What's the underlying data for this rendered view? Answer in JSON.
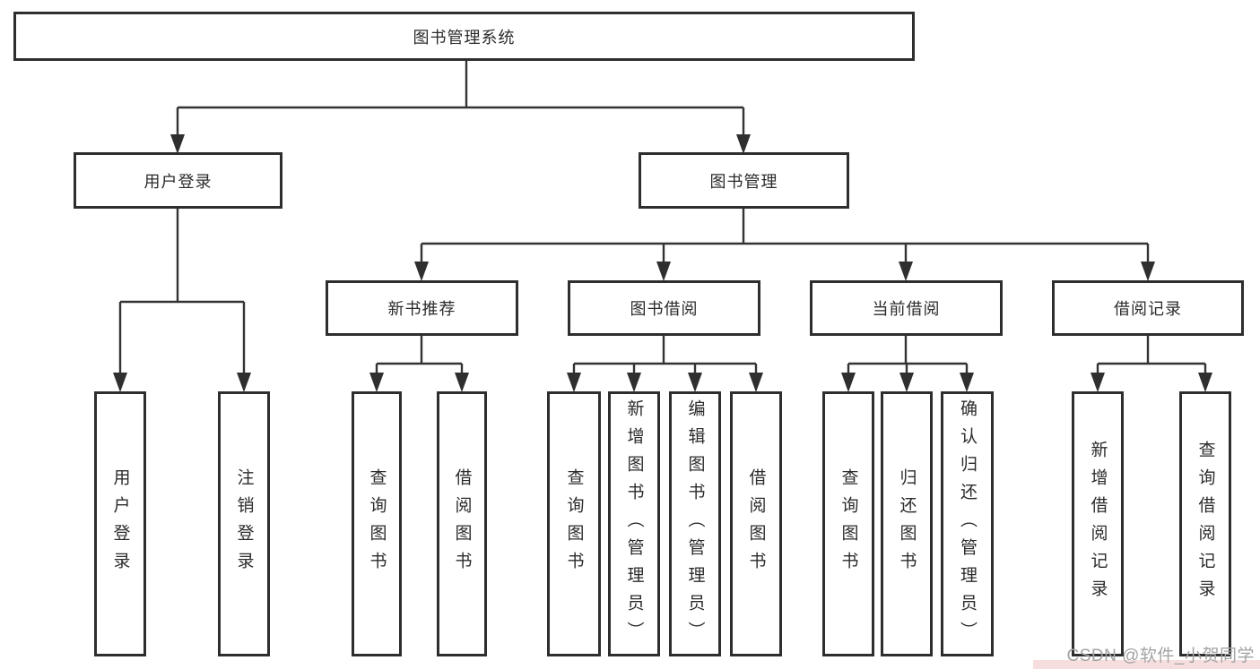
{
  "diagram": {
    "root": {
      "label": "图书管理系统"
    },
    "level2": [
      {
        "id": "user-login",
        "label": "用户登录"
      },
      {
        "id": "book-management",
        "label": "图书管理"
      }
    ],
    "level3": [
      {
        "id": "new-book-recommend",
        "label": "新书推荐"
      },
      {
        "id": "book-borrowing",
        "label": "图书借阅"
      },
      {
        "id": "current-borrowing",
        "label": "当前借阅"
      },
      {
        "id": "borrowing-records",
        "label": "借阅记录"
      }
    ],
    "leaves": [
      {
        "id": "user-login-leaf",
        "label": "用户登录"
      },
      {
        "id": "logout",
        "label": "注销登录"
      },
      {
        "id": "query-books-1",
        "label": "查询图书"
      },
      {
        "id": "borrow-books-1",
        "label": "借阅图书"
      },
      {
        "id": "query-books-2",
        "label": "查询图书"
      },
      {
        "id": "add-books-admin",
        "label": "新增图书（管理员）"
      },
      {
        "id": "edit-books-admin",
        "label": "编辑图书（管理员）"
      },
      {
        "id": "borrow-books-2",
        "label": "借阅图书"
      },
      {
        "id": "query-books-3",
        "label": "查询图书"
      },
      {
        "id": "return-books",
        "label": "归还图书"
      },
      {
        "id": "confirm-return-admin",
        "label": "确认归还（管理员）"
      },
      {
        "id": "add-borrow-record",
        "label": "新增借阅记录"
      },
      {
        "id": "query-borrow-record",
        "label": "查询借阅记录"
      }
    ]
  },
  "watermark": {
    "text": "CSDN @软件_小贺同学"
  },
  "colors": {
    "line": "#333333",
    "arrow": "#2f2f2f",
    "box_border": "#2e2e2e",
    "text": "#2b2b2b",
    "watermark_text": "#a3a3a3",
    "background": "#ffffff"
  }
}
